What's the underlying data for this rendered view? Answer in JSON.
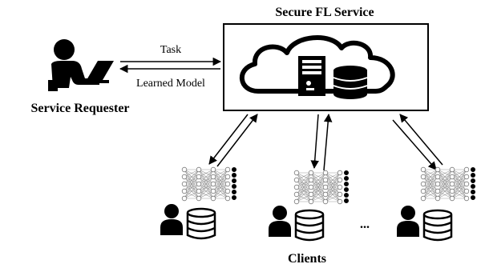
{
  "service": {
    "title": "Secure FL Service"
  },
  "requester": {
    "label": "Service Requester"
  },
  "links": {
    "task": "Task",
    "learned_model": "Learned Model"
  },
  "clients": {
    "label": "Clients",
    "ellipsis": "..."
  },
  "icons": {
    "cloud": "cloud-icon",
    "server": "server-icon",
    "database": "database-icon",
    "requester": "person-laptop-icon",
    "network": "neural-network-icon",
    "client_person": "person-icon"
  }
}
